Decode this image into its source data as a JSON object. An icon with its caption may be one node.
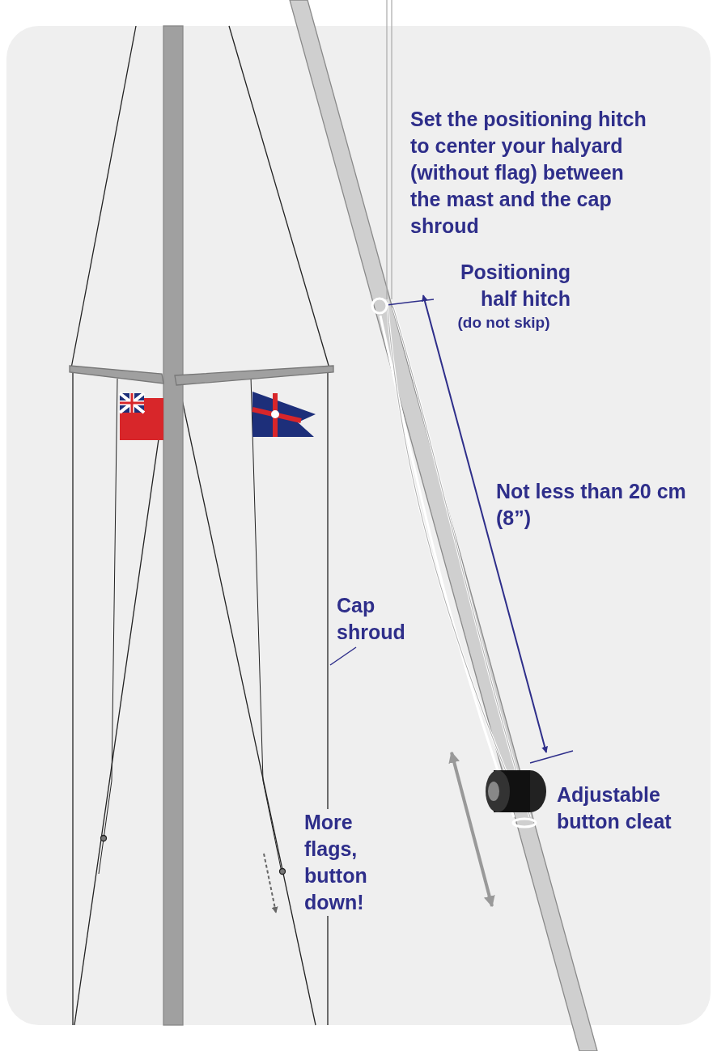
{
  "diagram": {
    "nodes": [
      {
        "text": [
          "Positioning half hitch",
          "(do not skip)"
        ]
      },
      {
        "text": [],
        "shape": "circle"
      },
      {
        "text": [
          "Cap shroud"
        ]
      }
    ],
    "edges": [
      {
        "from": 0,
        "to": 1,
        "arrow": "none"
      },
      {
        "from": 2,
        "to": null,
        "arrow": "none"
      }
    ],
    "labels": [
      "Set the positioning hitch to center your halyard (without flag) between the mast and the cap shroud",
      "Not less than 20 cm (8”)",
      "Adjustable button cleat",
      "More flags, button down!"
    ]
  }
}
